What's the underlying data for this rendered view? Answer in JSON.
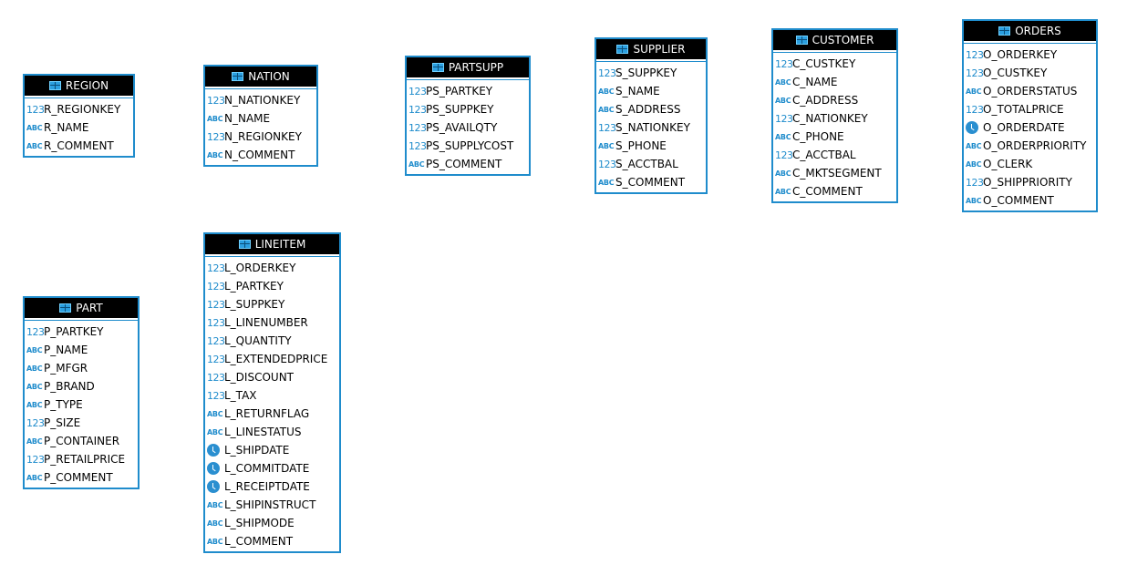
{
  "entities": [
    {
      "key": "region",
      "name": "REGION",
      "columns": [
        {
          "name": "R_REGIONKEY",
          "type": "num"
        },
        {
          "name": "R_NAME",
          "type": "text"
        },
        {
          "name": "R_COMMENT",
          "type": "text"
        }
      ]
    },
    {
      "key": "nation",
      "name": "NATION",
      "columns": [
        {
          "name": "N_NATIONKEY",
          "type": "num"
        },
        {
          "name": "N_NAME",
          "type": "text"
        },
        {
          "name": "N_REGIONKEY",
          "type": "num"
        },
        {
          "name": "N_COMMENT",
          "type": "text"
        }
      ]
    },
    {
      "key": "partsupp",
      "name": "PARTSUPP",
      "columns": [
        {
          "name": "PS_PARTKEY",
          "type": "num"
        },
        {
          "name": "PS_SUPPKEY",
          "type": "num"
        },
        {
          "name": "PS_AVAILQTY",
          "type": "num"
        },
        {
          "name": "PS_SUPPLYCOST",
          "type": "num"
        },
        {
          "name": "PS_COMMENT",
          "type": "text"
        }
      ]
    },
    {
      "key": "supplier",
      "name": "SUPPLIER",
      "columns": [
        {
          "name": "S_SUPPKEY",
          "type": "num"
        },
        {
          "name": "S_NAME",
          "type": "text"
        },
        {
          "name": "S_ADDRESS",
          "type": "text"
        },
        {
          "name": "S_NATIONKEY",
          "type": "num"
        },
        {
          "name": "S_PHONE",
          "type": "text"
        },
        {
          "name": "S_ACCTBAL",
          "type": "num"
        },
        {
          "name": "S_COMMENT",
          "type": "text"
        }
      ]
    },
    {
      "key": "customer",
      "name": "CUSTOMER",
      "columns": [
        {
          "name": "C_CUSTKEY",
          "type": "num"
        },
        {
          "name": "C_NAME",
          "type": "text"
        },
        {
          "name": "C_ADDRESS",
          "type": "text"
        },
        {
          "name": "C_NATIONKEY",
          "type": "num"
        },
        {
          "name": "C_PHONE",
          "type": "text"
        },
        {
          "name": "C_ACCTBAL",
          "type": "num"
        },
        {
          "name": "C_MKTSEGMENT",
          "type": "text"
        },
        {
          "name": "C_COMMENT",
          "type": "text"
        }
      ]
    },
    {
      "key": "orders",
      "name": "ORDERS",
      "columns": [
        {
          "name": "O_ORDERKEY",
          "type": "num"
        },
        {
          "name": "O_CUSTKEY",
          "type": "num"
        },
        {
          "name": "O_ORDERSTATUS",
          "type": "text"
        },
        {
          "name": "O_TOTALPRICE",
          "type": "num"
        },
        {
          "name": "O_ORDERDATE",
          "type": "date"
        },
        {
          "name": "O_ORDERPRIORITY",
          "type": "text"
        },
        {
          "name": "O_CLERK",
          "type": "text"
        },
        {
          "name": "O_SHIPPRIORITY",
          "type": "num"
        },
        {
          "name": "O_COMMENT",
          "type": "text"
        }
      ]
    },
    {
      "key": "part",
      "name": "PART",
      "columns": [
        {
          "name": "P_PARTKEY",
          "type": "num"
        },
        {
          "name": "P_NAME",
          "type": "text"
        },
        {
          "name": "P_MFGR",
          "type": "text"
        },
        {
          "name": "P_BRAND",
          "type": "text"
        },
        {
          "name": "P_TYPE",
          "type": "text"
        },
        {
          "name": "P_SIZE",
          "type": "num"
        },
        {
          "name": "P_CONTAINER",
          "type": "text"
        },
        {
          "name": "P_RETAILPRICE",
          "type": "num"
        },
        {
          "name": "P_COMMENT",
          "type": "text"
        }
      ]
    },
    {
      "key": "lineitem",
      "name": "LINEITEM",
      "columns": [
        {
          "name": "L_ORDERKEY",
          "type": "num"
        },
        {
          "name": "L_PARTKEY",
          "type": "num"
        },
        {
          "name": "L_SUPPKEY",
          "type": "num"
        },
        {
          "name": "L_LINENUMBER",
          "type": "num"
        },
        {
          "name": "L_QUANTITY",
          "type": "num"
        },
        {
          "name": "L_EXTENDEDPRICE",
          "type": "num"
        },
        {
          "name": "L_DISCOUNT",
          "type": "num"
        },
        {
          "name": "L_TAX",
          "type": "num"
        },
        {
          "name": "L_RETURNFLAG",
          "type": "text"
        },
        {
          "name": "L_LINESTATUS",
          "type": "text"
        },
        {
          "name": "L_SHIPDATE",
          "type": "date"
        },
        {
          "name": "L_COMMITDATE",
          "type": "date"
        },
        {
          "name": "L_RECEIPTDATE",
          "type": "date"
        },
        {
          "name": "L_SHIPINSTRUCT",
          "type": "text"
        },
        {
          "name": "L_SHIPMODE",
          "type": "text"
        },
        {
          "name": "L_COMMENT",
          "type": "text"
        }
      ]
    }
  ],
  "type_labels": {
    "num": "123",
    "text": "ABC",
    "date": ""
  },
  "colors": {
    "border": "#1f8ccc",
    "header_bg": "#000000",
    "type_icon": "#1f8ccc"
  }
}
